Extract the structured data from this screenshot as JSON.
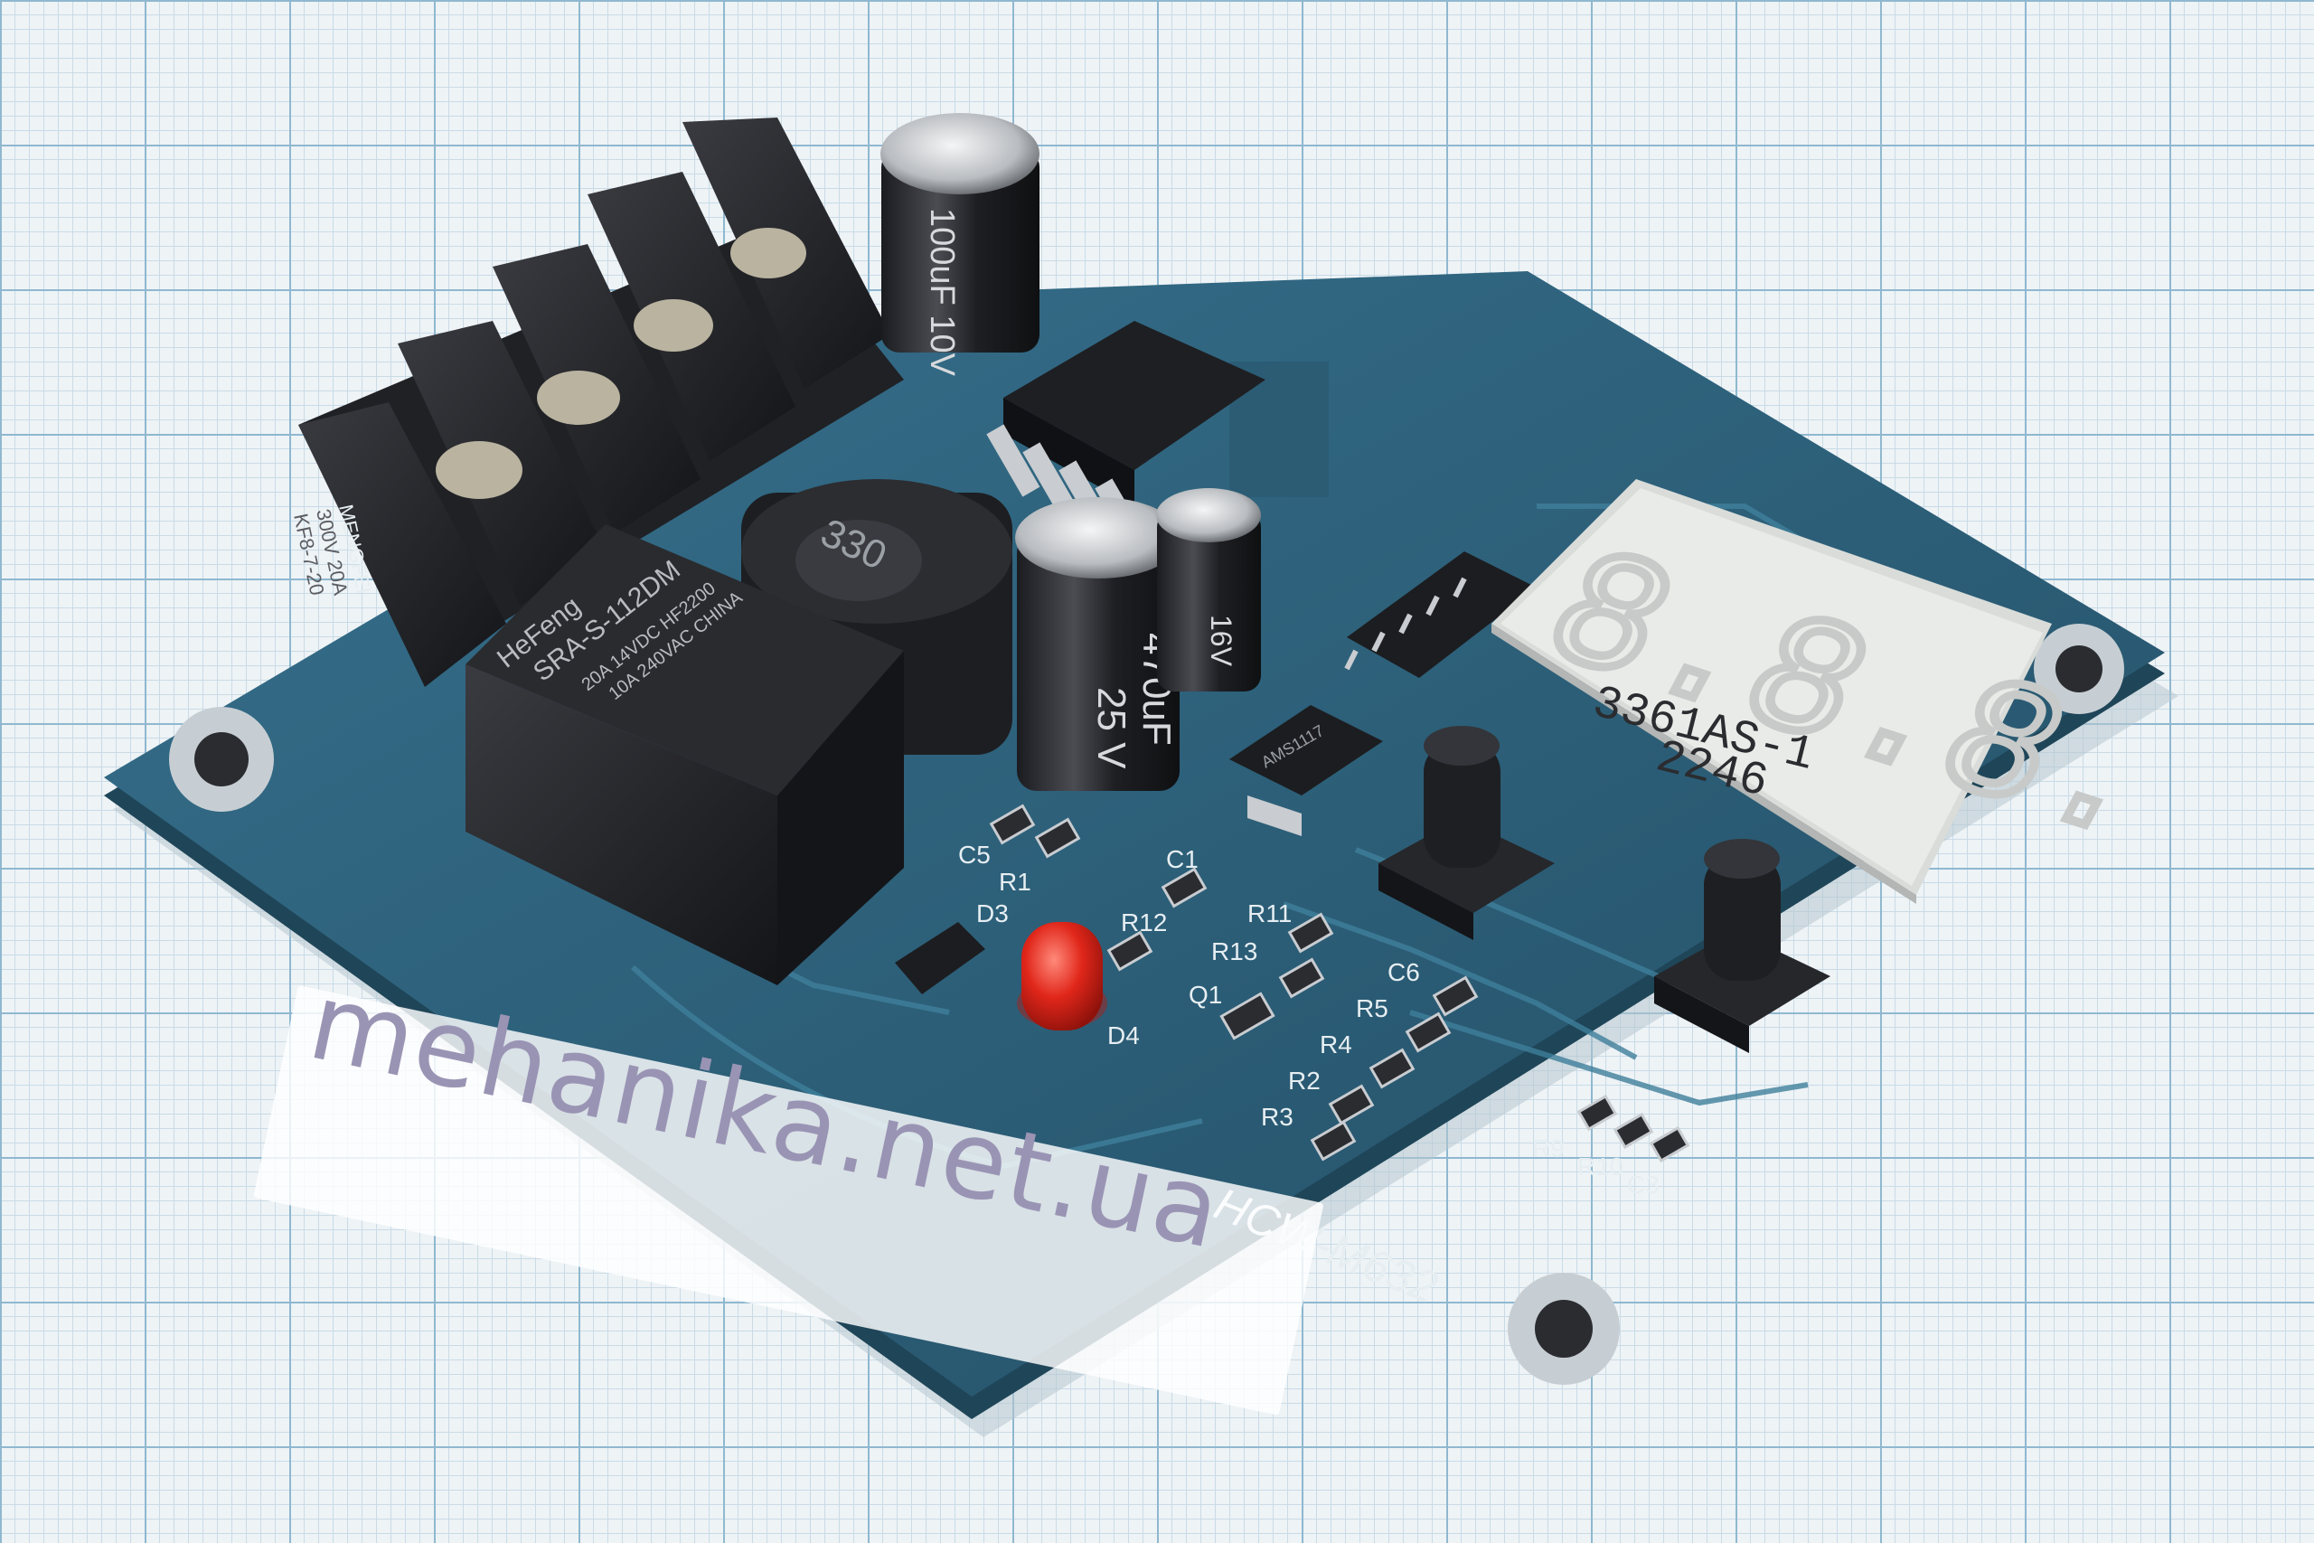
{
  "photo": {
    "board_marking": "HCW-M632",
    "watermark": "mehanika.net.ua",
    "display_part": "3361AS-1",
    "display_code": "2246",
    "display_digits": "8.8.8.",
    "relay_brand": "HeFeng",
    "relay_model": "SRA-S-112DM",
    "relay_rating_1": "20A 14VDC HF2200",
    "relay_rating_2": "10A 240VAC CHINA",
    "inductor_marking": "330",
    "terminal_text_1": "MENGFEI",
    "terminal_text_2": "300V 20A",
    "terminal_text_3": "KF8-7-20",
    "cap_small_top": "100uF 10V",
    "cap_470_a": "470uF",
    "cap_470_b": "25 V",
    "cap_16v": "16V",
    "regulator_marking": "AMS1117",
    "component_labels": [
      "C5",
      "R1",
      "D3",
      "D4",
      "C1",
      "R12",
      "R11",
      "R13",
      "Q1",
      "C6",
      "R5",
      "R4",
      "R2",
      "R3",
      "R9",
      "R10",
      "C3"
    ],
    "colors": {
      "pcb": "#2f5e78",
      "pcb_edge": "#1f4558",
      "component_black": "#1c1d20",
      "led_red": "#e0261a",
      "display_face": "#e9ebe8",
      "grid_line": "#8fb8d0"
    }
  }
}
